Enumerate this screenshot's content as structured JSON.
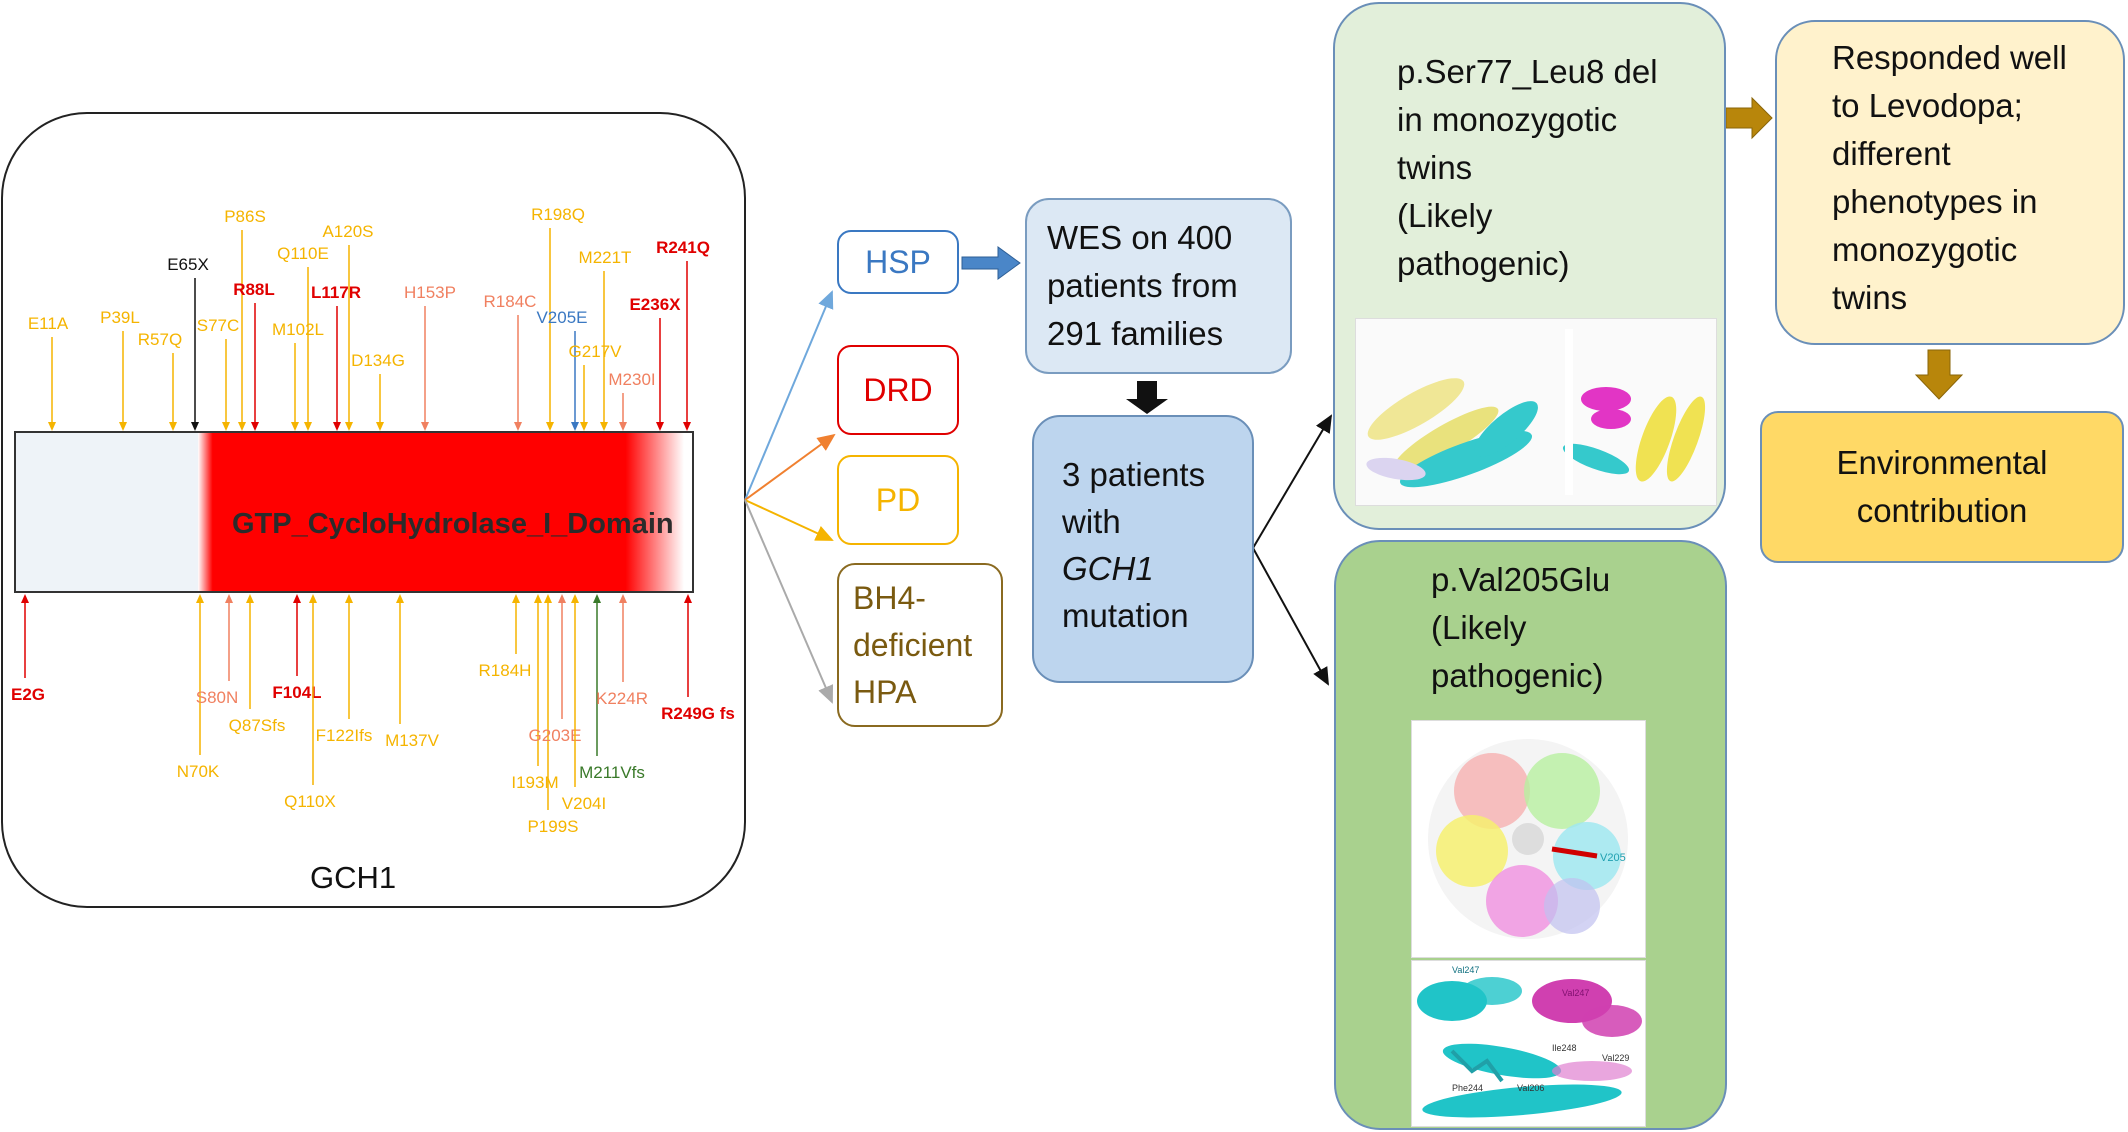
{
  "gene": {
    "name": "GCH1",
    "domain_label": "GTP_CycloHydrolase_I_Domain",
    "mutations_top": [
      {
        "label": "E11A",
        "color": "#f5b400",
        "bold": false
      },
      {
        "label": "P39L",
        "color": "#f5b400",
        "bold": false
      },
      {
        "label": "R57Q",
        "color": "#f5b400",
        "bold": false
      },
      {
        "label": "E65X",
        "color": "#111111",
        "bold": false
      },
      {
        "label": "S77C",
        "color": "#f5b400",
        "bold": false
      },
      {
        "label": "P86S",
        "color": "#f5b400",
        "bold": false
      },
      {
        "label": "R88L",
        "color": "#e00000",
        "bold": true
      },
      {
        "label": "M102L",
        "color": "#f5b400",
        "bold": false
      },
      {
        "label": "Q110E",
        "color": "#f5b400",
        "bold": false
      },
      {
        "label": "L117R",
        "color": "#e00000",
        "bold": true
      },
      {
        "label": "A120S",
        "color": "#f5b400",
        "bold": false
      },
      {
        "label": "D134G",
        "color": "#f5b400",
        "bold": false
      },
      {
        "label": "H153P",
        "color": "#f08060",
        "bold": false
      },
      {
        "label": "R184C",
        "color": "#f08060",
        "bold": false
      },
      {
        "label": "R198Q",
        "color": "#f5b400",
        "bold": false
      },
      {
        "label": "V205E",
        "color": "#3a78c2",
        "bold": false
      },
      {
        "label": "G217V",
        "color": "#f5b400",
        "bold": false
      },
      {
        "label": "M221T",
        "color": "#f5b400",
        "bold": false
      },
      {
        "label": "M230I",
        "color": "#f08060",
        "bold": false
      },
      {
        "label": "E236X",
        "color": "#e00000",
        "bold": true
      },
      {
        "label": "R241Q",
        "color": "#e00000",
        "bold": true
      }
    ],
    "mutations_bottom": [
      {
        "label": "E2G",
        "color": "#e00000",
        "bold": true
      },
      {
        "label": "N70K",
        "color": "#f5b400",
        "bold": false
      },
      {
        "label": "S80N",
        "color": "#f08060",
        "bold": false
      },
      {
        "label": "Q87Sfs",
        "color": "#f5b400",
        "bold": false
      },
      {
        "label": "F104L",
        "color": "#e00000",
        "bold": true
      },
      {
        "label": "Q110X",
        "color": "#f5b400",
        "bold": false
      },
      {
        "label": "F122Ifs",
        "color": "#f5b400",
        "bold": false
      },
      {
        "label": "M137V",
        "color": "#f5b400",
        "bold": false
      },
      {
        "label": "R184H",
        "color": "#f5b400",
        "bold": false
      },
      {
        "label": "I193M",
        "color": "#f5b400",
        "bold": false
      },
      {
        "label": "P199S",
        "color": "#f5b400",
        "bold": false
      },
      {
        "label": "G203E",
        "color": "#f08060",
        "bold": false
      },
      {
        "label": "V204I",
        "color": "#f5b400",
        "bold": false
      },
      {
        "label": "M211Vfs",
        "color": "#3a7a2a",
        "bold": false
      },
      {
        "label": "K224R",
        "color": "#f08060",
        "bold": false
      },
      {
        "label": "R249G fs",
        "color": "#e00000",
        "bold": true
      }
    ]
  },
  "phenotypes": [
    {
      "label": "HSP",
      "color": "#3a78c2",
      "border": "#3a78c2"
    },
    {
      "label": "DRD",
      "color": "#e00000",
      "border": "#e00000"
    },
    {
      "label": "PD",
      "color": "#f5b400",
      "border": "#f5b400"
    },
    {
      "label": "BH4-\ndeficient\nHPA",
      "color": "#7a5a10",
      "border": "#8a6a20"
    }
  ],
  "wes_box": {
    "text": "WES on 400\npatients from\n291 families"
  },
  "patients_box": {
    "line1": "3 patients\nwith",
    "gene_italic": "GCH1",
    "line3": "mutation"
  },
  "variant1": {
    "text": "p.Ser77_Leu8 del\nin monozygotic\ntwins\n(Likely\npathogenic)"
  },
  "variant2": {
    "text": "p.Val205Glu\n(Likely\npathogenic)"
  },
  "response_box": {
    "text": "Responded well\nto Levodopa;\ndifferent\nphenotypes in\nmonozygotic\ntwins"
  },
  "environment_box": {
    "text": "Environmental\ncontribution"
  },
  "structure_labels": {
    "v205": "V205",
    "val247a": "Val247",
    "val247b": "Val247",
    "ile248": "Ile248",
    "val206": "Val206",
    "phe244": "Phe244",
    "val229": "Val229"
  },
  "colors": {
    "domain_red": "#ff0000",
    "pre_domain": "#eef3f8",
    "box_blue_light": "#dce8f4",
    "box_blue": "#bdd5ee",
    "box_green_light": "#e2efda",
    "box_green": "#a9d18e",
    "box_yellow_light": "#fff2cc",
    "box_yellow": "#ffd966",
    "arrow_gold": "#b8860b",
    "arrow_blue": "#4a86c8"
  }
}
